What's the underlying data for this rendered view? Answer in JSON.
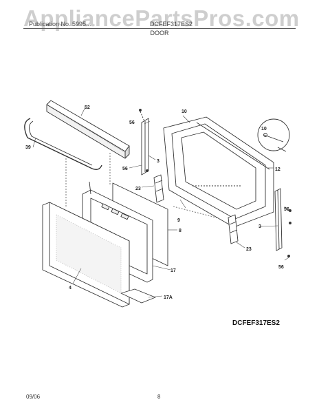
{
  "watermark": "AppliancePartsPros.com",
  "header": {
    "left_text": "Publication No. 5995...",
    "right_text": "DCFEF317ES2",
    "section_title": "DOOR"
  },
  "model_code": "DCFEF317ES2",
  "footer": {
    "date": "09/06",
    "page": "8"
  },
  "part_labels": {
    "p52": "52",
    "p39": "39",
    "p56a": "56",
    "p10": "10",
    "p10inset": "10",
    "p3a": "3",
    "p56b": "56",
    "p12": "12",
    "p23a": "23",
    "p56c": "56",
    "p8": "8",
    "p9": "9",
    "p3b": "3",
    "p23b": "23",
    "p17": "17",
    "p4": "4",
    "p56d": "56",
    "p17A": "17A"
  }
}
